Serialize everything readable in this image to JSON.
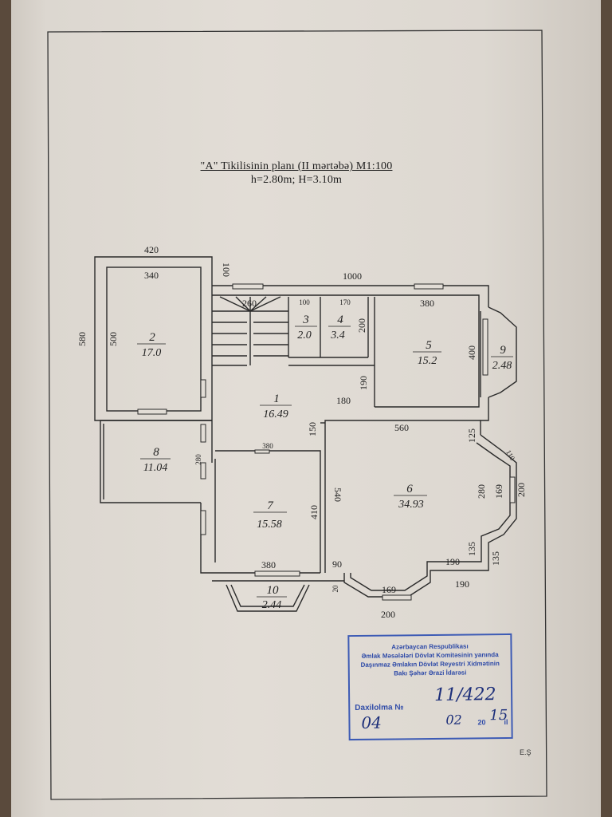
{
  "plan": {
    "title": "\"A\" Tikilisinin planı (II mərtəbə) M1:100",
    "heights": "h=2.80m; H=3.10m"
  },
  "rooms": [
    {
      "number": "1",
      "area": "16.49"
    },
    {
      "number": "2",
      "area": "17.0"
    },
    {
      "number": "3",
      "area": "2.0"
    },
    {
      "number": "4",
      "area": "3.4"
    },
    {
      "number": "5",
      "area": "15.2"
    },
    {
      "number": "6",
      "area": "34.93"
    },
    {
      "number": "7",
      "area": "15.58"
    },
    {
      "number": "8",
      "area": "11.04"
    },
    {
      "number": "9",
      "area": "2.48"
    },
    {
      "number": "10",
      "area": "2.44"
    }
  ],
  "dimensions": {
    "d420": "420",
    "d340": "340",
    "d100a": "100",
    "d1000": "1000",
    "d580": "580",
    "d500": "500",
    "d260": "260",
    "d100b": "100",
    "d170": "170",
    "d200a": "200",
    "d380a": "380",
    "d400": "400",
    "d190a": "190",
    "d180": "180",
    "d150": "150",
    "d560": "560",
    "d125": "125",
    "d110": "110",
    "d280a": "280",
    "d169a": "169",
    "d200b": "200",
    "d380b": "380",
    "d280b": "280",
    "d540": "540",
    "d410": "410",
    "d380c": "380",
    "d90": "90",
    "d190b": "190",
    "d135a": "135",
    "d135b": "135",
    "d190c": "190",
    "d20": "20",
    "d169b": "169",
    "d200c": "200"
  },
  "stamp": {
    "line1": "Azərbaycan Respublikası",
    "line2": "Əmlak Məsələləri Dövlət Komitəsinin yanında",
    "line3": "Daşınmaz Əmlakın Dövlət Reyestri Xidmətinin",
    "line4": "Bakı Şəhər Ərazi İdarəsi",
    "reg_label": "Daxilolma №",
    "reg_number": "11/422",
    "day": "04",
    "month": "02",
    "year_prefix": "20",
    "year_suffix": "15",
    "il": "il"
  },
  "corner_mark": "E.Ş",
  "colors": {
    "ink": "#2a2a2a",
    "stamp": "#3d5bb5",
    "paper": "#e2ddd6"
  }
}
